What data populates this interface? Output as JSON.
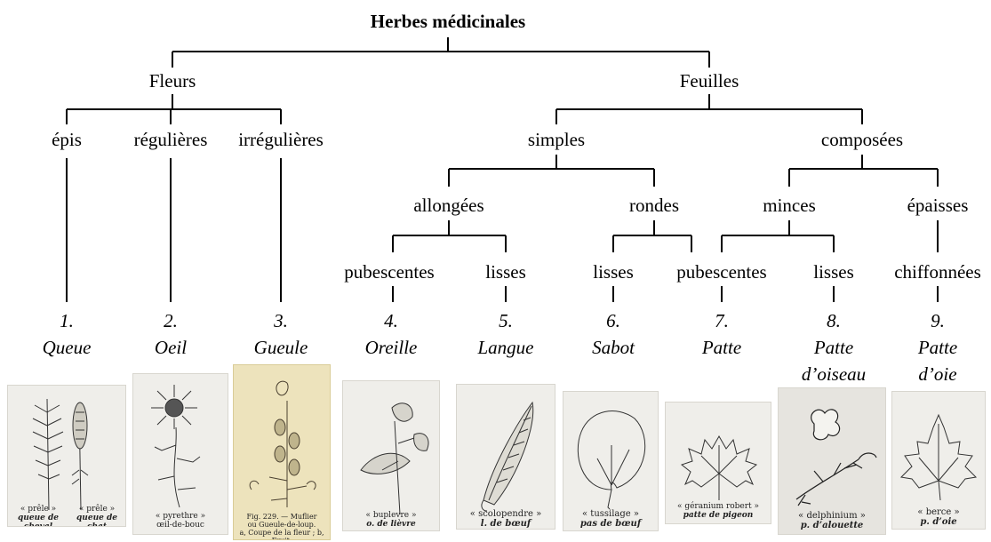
{
  "title": "Herbes médicinales",
  "branches": {
    "fleurs": "Fleurs",
    "feuilles": "Feuilles"
  },
  "level2": {
    "epis": "épis",
    "regulieres": "régulières",
    "irregulieres": "irrégulières",
    "simples": "simples",
    "composees": "composées"
  },
  "level3": {
    "allongees": "allongées",
    "rondes": "rondes",
    "minces": "minces",
    "epaisses": "épaisses"
  },
  "level4": {
    "pubescentes_a": "pubescentes",
    "lisses_a": "lisses",
    "lisses_b": "lisses",
    "pubescentes_b": "pubescentes",
    "lisses_c": "lisses",
    "chiffonnees": "chiffonnées"
  },
  "results": [
    {
      "num": "1.",
      "lines": [
        "Queue"
      ]
    },
    {
      "num": "2.",
      "lines": [
        "Oeil"
      ]
    },
    {
      "num": "3.",
      "lines": [
        "Gueule"
      ]
    },
    {
      "num": "4.",
      "lines": [
        "Oreille"
      ]
    },
    {
      "num": "5.",
      "lines": [
        "Langue"
      ]
    },
    {
      "num": "6.",
      "lines": [
        "Sabot"
      ]
    },
    {
      "num": "7.",
      "lines": [
        "Patte"
      ]
    },
    {
      "num": "8.",
      "lines": [
        "Patte",
        "d’oiseau"
      ]
    },
    {
      "num": "9.",
      "lines": [
        "Patte",
        "d’oie"
      ]
    }
  ],
  "illustrations": [
    {
      "name": "preles",
      "cap_left_1": "« prêle »",
      "cap_left_2": "queue de cheval",
      "cap_right_1": "« prêle »",
      "cap_right_2": "queue de chat"
    },
    {
      "name": "pyrethre",
      "cap_1": "« pyrethre »",
      "cap_2": "œil-de-bouc"
    },
    {
      "name": "muflier",
      "cap_1": "Fig. 229. — Muflier",
      "cap_2": "ou Gueule-de-loup.",
      "cap_3": "a, Coupe de la fleur ; b, Fruit."
    },
    {
      "name": "buplevre",
      "cap_1": "« buplevre »",
      "cap_2": "o. de lièvre"
    },
    {
      "name": "scolopendre",
      "cap_1": "« scolopendre »",
      "cap_2": "l. de bœuf"
    },
    {
      "name": "tussilage",
      "cap_1": "« tussilage »",
      "cap_2": "pas de bœuf"
    },
    {
      "name": "geranium",
      "cap_1": "« géranium robert »",
      "cap_2": "patte de pigeon"
    },
    {
      "name": "delphinium",
      "cap_1": "« delphinium »",
      "cap_2": "p. d’alouette"
    },
    {
      "name": "berce",
      "cap_1": "« berce »",
      "cap_2": "p. d’oie"
    }
  ]
}
